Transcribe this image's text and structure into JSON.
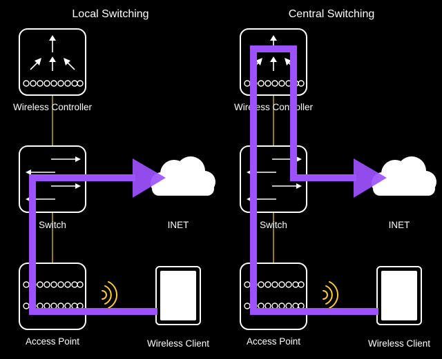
{
  "colors": {
    "background": "#000000",
    "outline": "#ffffff",
    "traffic": "#9e51ff",
    "wire": "#ffcc33",
    "signal": "#ffcc33"
  },
  "icons": {
    "controller": "upward-arrows-icon",
    "switch": "bidirectional-arrows-icon",
    "access_point": "port-rows-icon",
    "internet": "cloud-icon",
    "wireless": "wifi-signal-icon",
    "client": "tablet-icon"
  },
  "panels": [
    {
      "title": "Local Switching",
      "controller_label": "Wireless Controller",
      "switch_label": "Switch",
      "internet_label": "INET",
      "access_point_label": "Access Point",
      "client_label": "Wireless Client"
    },
    {
      "title": "Central Switching",
      "controller_label": "Wireless Controller",
      "switch_label": "Switch",
      "internet_label": "INET",
      "access_point_label": "Access Point",
      "client_label": "Wireless Client"
    }
  ]
}
